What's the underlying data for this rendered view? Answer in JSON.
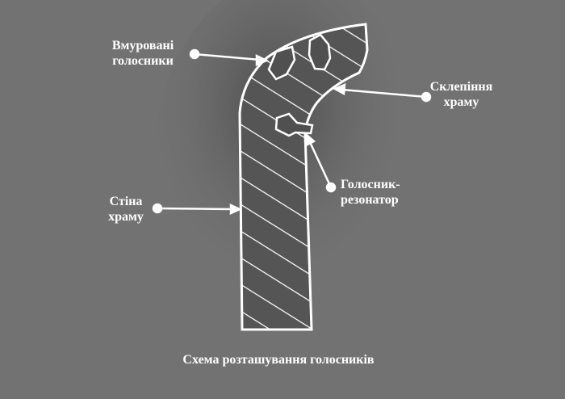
{
  "labels": {
    "embedded_resonators": [
      "Вмуровані",
      "голосники"
    ],
    "vault": [
      "Склепіння",
      "храму"
    ],
    "resonator": [
      "Голосник-",
      "резонатор"
    ],
    "wall": [
      "Стіна",
      "храму"
    ]
  },
  "caption": "Схема розташування голосників",
  "colors": {
    "background": "#727272",
    "lines": "#ffffff",
    "shape_fill": "#5a5a5a"
  }
}
